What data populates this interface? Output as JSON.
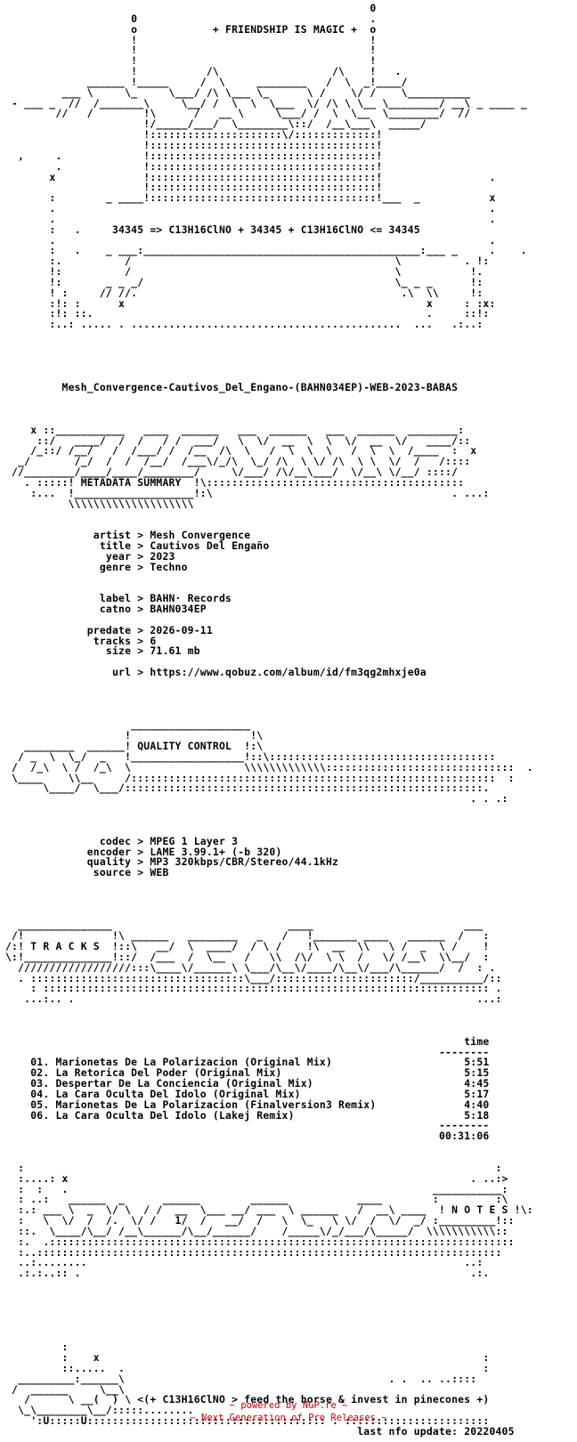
{
  "release": {
    "name": "Mesh_Convergence-Cautivos_Del_Engano-(BAHN034EP)-WEB-2023-BABAS"
  },
  "nfo_text": "                                                          0\n                    0                                     .\n                    o            + FRIENDSHIP IS MAGIC +  o\n                    !                                     !\n                    !                                     !\n                    !                                     !\n                    !           /\\                  /\\    !   .\n             ______ !_____     /  \\     ________   /  \\  _!____/\n         ___ \\     \\_     \\___/ /\\ \\___ \\_      \\ /    \\/ /    \\__________\n - ___ _  //  /_______\\     \\__/ /  \\  \\  \\___  \\/ /\\ \\ \\__ \\________/ __\\ _ ____ _\n        //   /        !\\      /   __ \\     \\___/ /  \\  \\__  \\________/  //\n                      !/_____/___/  \\________\\::/  /__\\___\\  _____/\n                      !:::::::::::::::::::::\\/:::::::::::::!\n                      !::::::::::::::::::::::::::::::::::::!\n  ,     .             !::::::::::::::::::::::::::::::::::::!\n        .             !::::::::::::::::::::::::::::::::::::!\n       x              !::::::::::::::::::::::::::::::::::::!                 .\n                      !::::::::::::::::::::::::::::::::::::!\n       :        _ ____!::::::::::::::::::::::::::::::::::::!___  _           x\n       .                                                                     .\n       .                                                                     .\n       :   .     34345 => C13H16ClNO + 34345 + C13H16ClNO <= 34345\n       .                                                                     .\n       :   .    _ ___:____________________________________________:___ _     .    .\n       :.          /                                          \\          . !:\n       !:          /                                          \\           !.\n       !:       _ _ _/                                        \\_ _ _      !:\n       ! :     // //.                                          .\\  \\\\     !:\n       :!: :      x                                                x     : :x:\n       :!: ::.                                                     .     ::!:\n       :..: ..... . ...........................................  ...   .:..:\n\n\n\n\n\n         Mesh_Convergence-Cautivos_Del_Engano-(BAHN034EP)-WEB-2023-BABAS\n\n\n\n    x ::___________   ____  ______   ___  ______   ___  ______  ________:\n     ::/   ____/  /  /   / /  ___/   \\  \\/  __  \\  \\  \\/  __  \\/   ____/::\n    /_::/ /__/   /  /___/ /  /__  /\\  \\   /  \\  \\  \\   /  \\  \\  /____  :  x\n  _/       /_/  /  /  /__/  /___\\/_/\\  \\_/ /\\  \\ \\/ /\\  \\ \\  \\/  /   /::::\n //________/____/____/________/     \\/___/ /\\/__\\___/  \\/__\\ \\/__/ ::::/\n   . :::::! METADATA SUMMARY  !\\:::::::::::::::::::::::::::::::::::::::::\n    :...  !___________________!:\\                                      . ...:\n          \\\\\\\\\\\\\\\\\\\\\\\\\\\\\\\\\\\\\\\\\n\n\n              artist > Mesh Convergence\n               title > Cautivos Del Engaño\n                year > 2023\n               genre > Techno\n\n\n               label > BAHN· Records\n               catno > BAHN034EP\n\n             predate > 2026-09-11\n              tracks > 6\n                size > 71.61 mb\n\n                 url > https://www.qobuz.com/album/id/fm3qg2mhxje0a\n\n\n\n\n                    ___________________\n                   !                   !\\\n   ________  ______! QUALITY CONTROL  !:\\\n  / _  \\  \\_/  _   !__________________!::\\::::::::::::::::::::::::::::::::::::\n /  /_\\  \\ /  /_\\  \\                  \\\\\\\\\\\\\\\\\\\\\\\\\\::::::::::::::::::::::::::::::  .\n \\____    \\\\__     /::::::::::::::::::::::::::::::::::::::::::::::::::::::::::  :\n      \\____/  \\___/:::::::::::::::::::::::::::::::::::::::::::::::::::::::::.\n                                                                          . . .:\n\n\n\n               codec > MPEG 1 Layer 3\n             encoder > LAME 3.99.1+ (-b 320)\n             quality > MP3 320kbps/CBR/Stereo/44.1kHz\n              source > WEB\n\n\n\n\n  _______________                            ____                        ___\n /!              !\\ ______   ________   _   /   !_______ ____   ______  /   :\n/:! T R A C K S  !::\\   __/  \\  ____/  / \\ /    !\\  __  \\\\   \\ /  _  \\ /    !\n\\:!______________!::/  /___  /  \\__   /   \\\\  /\\/  \\ \\  /   \\/ /__\\  \\\\__/  :\n  //////////////////:::\\____\\/______\\ \\___/\\__\\/____/\\__\\/___/\\______/  /  : .\n  . ::::::::::::::::::::::::::::::::::\\___/::::::::::::::::::::::/__________/::\n    : ::::::::::::::::::::::::::::::::::::::::::::::::::::::::::::::::::::::: .\n   ...:.. .                                                                ...:\n\n\n\n                                                                         time\n                                                                     --------\n    01. Marionetas De La Polarizacion (Original Mix)                     5:51\n    02. La Retorica Del Poder (Original Mix)                             5:15\n    03. Despertar De La Conciencia (Original Mix)                        4:45\n    04. La Cara Oculta Del Idolo (Original Mix)                          5:17\n    05. Marionetas De La Polarizacion (Finalversion3 Remix)              4:40\n    06. La Cara Oculta Del Idolo (Lakej Remix)                           5:18\n                                                                     --------\n                                                                     00:31:06\n\n\n  :                                                                           :\n  :....: x                                                                . ..:>\n  :  :   .                                                          ___________:\n  : ..:   ______  _      ______        ______           ____        :         :\\\n  :.: ___ \\  _  \\/ \\  / /  __  \\___ __/ ___  \\ ______   /  __\\ ____  ! N O T E S !\\:\n  :   \\  \\/  /  /.  \\/ /   1/  /   __/  /   \\  \\_   \\ \\/  /  \\/  _/ :_________!::\n  ::.  \\____/\\__/ /__\\______/\\__/______/    /_____\\/_/___/\\_____/  \\\\\\\\\\\\\\\\\\\\\\::\n  :.  .::::::::::::::::::::::::::::::::::::::::::::::::::::::::::::::::::::::::::\n  :..::::::::::::::::::::::::::::::::::::::::::::::::::::::::::::::::::::::::::\n  ..:........                                                            ..:\n  .:.:..:: .                                                              .:.\n\n\n\n\n\n\n         :\n         :    x                                                             :\n         ::.....  .                                                         :\n  _________:______\\                                          . .  .. ..::::\n /  ______     \\__\\\n   /      \\ __(  ) \\ <(+ C13H16ClNO > feed the horse & invest in pinecones +)\n  \\_\\________\\__/:::::........\n    ':U:::::U:::::::::::::::::::::::::::::::::::::: . :::::::::::::::::::::::\n                                                        last nfo update: 20220405",
  "footer": {
    "line1": "~ powered by NGP.re ~",
    "line2": "~ Next Generation of Pre Releases ~"
  }
}
